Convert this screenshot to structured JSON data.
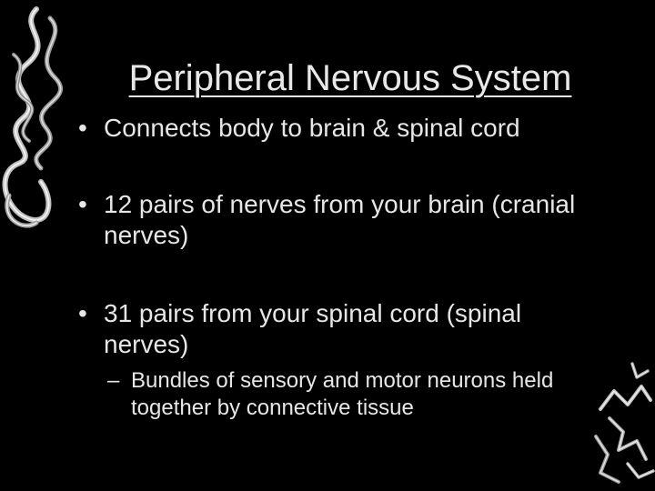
{
  "slide": {
    "title": "Peripheral Nervous System",
    "bullets": [
      {
        "marker": "•",
        "text": "Connects body to brain & spinal cord"
      },
      {
        "marker": "•",
        "text": "12 pairs of nerves from your brain (cranial nerves)"
      },
      {
        "marker": "•",
        "text": "31 pairs from your spinal cord (spinal nerves)"
      }
    ],
    "sub_bullets": [
      {
        "marker": "–",
        "text": "Bundles of sensory and motor neurons held together by connective tissue"
      }
    ],
    "decorations": {
      "left": "nerve-squiggle-graphic",
      "right": "neuron-branch-graphic"
    },
    "colors": {
      "background": "#000000",
      "text": "#e6e6e6"
    }
  }
}
